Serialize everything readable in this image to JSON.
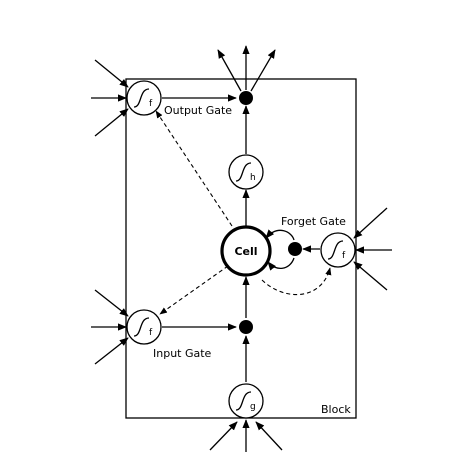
{
  "labels": {
    "block": "Block",
    "cell": "Cell",
    "output_gate": "Output Gate",
    "input_gate": "Input Gate",
    "forget_gate": "Forget Gate"
  },
  "units": {
    "output_gate": "f",
    "input_gate": "f",
    "forget_gate": "f",
    "input_squash": "g",
    "output_squash": "h"
  },
  "colors": {
    "stroke": "#000000",
    "background": "#ffffff"
  },
  "icons": {
    "gate_unit": "sigmoid-curve-icon",
    "multiplier": "filled-dot-icon"
  }
}
